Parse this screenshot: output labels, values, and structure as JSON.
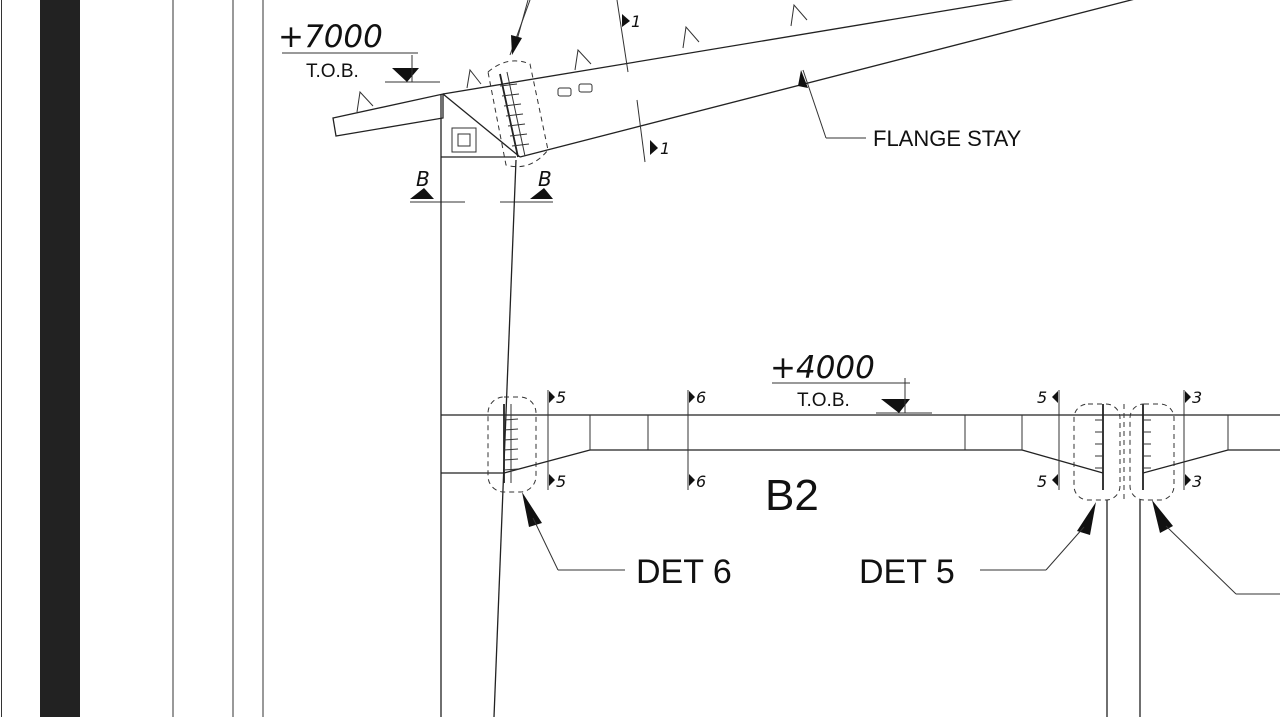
{
  "drawing": {
    "elevations": [
      {
        "value": "+7000",
        "ref": "T.O.B."
      },
      {
        "value": "+4000",
        "ref": "T.O.B."
      }
    ],
    "labels": {
      "flange_stay": "FLANGE STAY",
      "det6": "DET 6",
      "det5": "DET 5",
      "beam_b2": "B2"
    },
    "section_marks": {
      "s1": "1",
      "b": "B",
      "s3": "3",
      "s5": "5",
      "s6": "6"
    },
    "colors": {
      "line": "#222222",
      "left_bar": "#222222",
      "background": "#ffffff"
    }
  }
}
